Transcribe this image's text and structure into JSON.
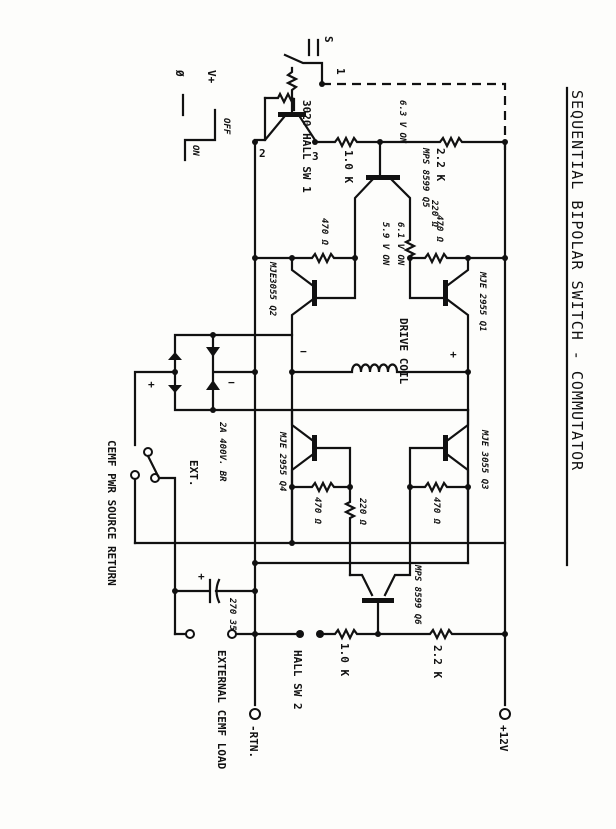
{
  "title": "SEQUENTIAL BIPOLAR SWITCH - COMMUTATOR",
  "switch_top": {
    "s_label": "S",
    "pin1": "1",
    "pin2": "2",
    "pin3": "3",
    "hall1": "3020 HALL SW 1",
    "v_plus": "V+",
    "zero": "Ø",
    "off": "OFF",
    "on": "ON"
  },
  "components": {
    "r_1k_top": "1.0 K",
    "r_2k2_top": "2.2 K",
    "v_63": "6.3 V ON",
    "q5": "MPS 8599 Q5",
    "v_61": "6.1 V ON",
    "v_59": "5.9 V ON",
    "r_220_top": "220 Ω",
    "r_470_q2": "470 Ω",
    "r_470_q1": "470 Ω",
    "q2": "MJE3055 Q2",
    "q1": "MJE 2955 Q1",
    "drive_coil": "DRIVE COIL",
    "minus": "−",
    "plus": "+",
    "bridge": "2A 400V. BR",
    "bridge_plus": "+",
    "bridge_minus": "−",
    "q4": "MJE 2955 Q4",
    "q3": "MJE 3055 Q3",
    "r_470_q4": "470 Ω",
    "r_220_bot": "220 Ω",
    "r_470_q3": "470 Ω",
    "ext": "EXT.",
    "cemf": "CEMF PWR SOURCE RETURN",
    "cap": "270 35V",
    "cap_plus": "+",
    "q6": "MPS 8599 Q6",
    "r_1k_bot": "1.0 K",
    "r_2k2_bot": "2.2 K",
    "hall2": "HALL SW 2",
    "ext_load": "EXTERNAL CEMF LOAD",
    "rtn": "-RTN.",
    "v12": "+12V"
  }
}
